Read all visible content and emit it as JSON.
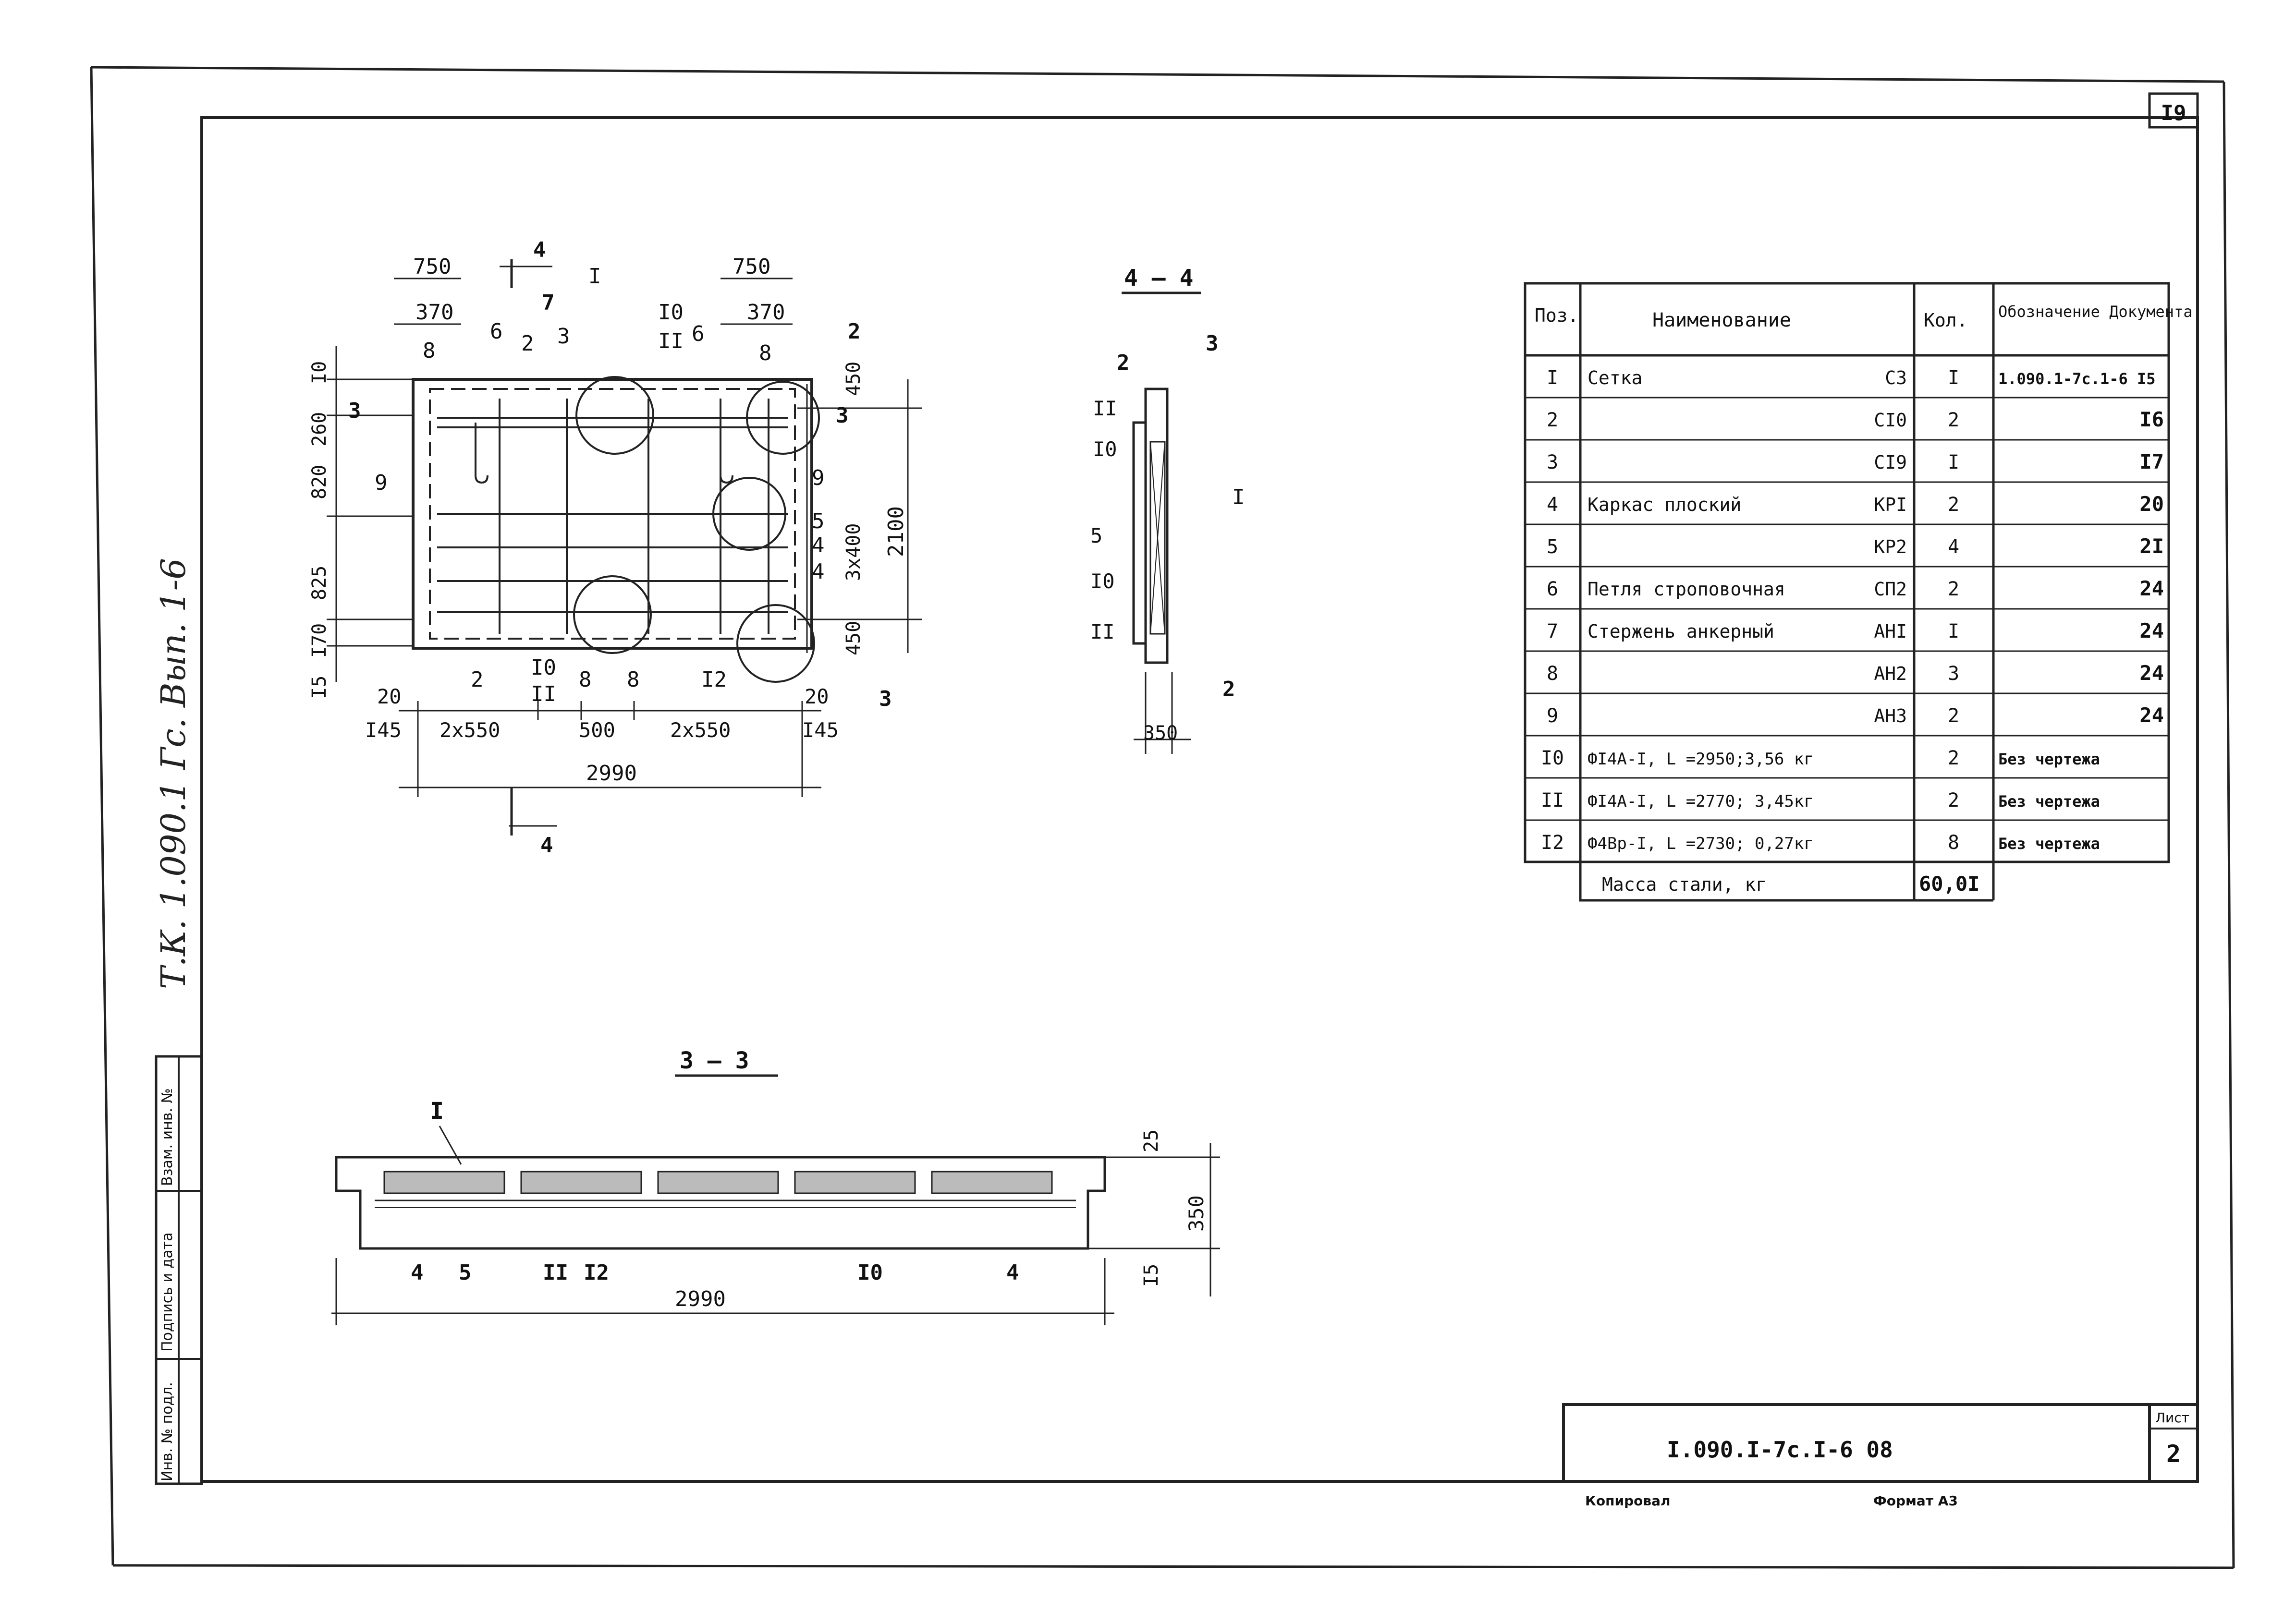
{
  "sheet_number_top": "I9",
  "side_handwritten": "Т.К. 1.090.1 Гс. Вып. 1-6",
  "side_stamp": [
    "Инв. № подл.",
    "Подпись и дата",
    "Взам. инв. №"
  ],
  "plan": {
    "section_mark": "4",
    "dims": {
      "top_left_750": "750",
      "top_right_750": "750",
      "top_left_370": "370",
      "top_right_370": "370",
      "left_10": "I0",
      "left_260": "260",
      "left_820": "820",
      "left_825": "825",
      "left_170": "I70",
      "left_15": "I5",
      "right_450_top": "450",
      "right_3x400": "3х400",
      "right_450_bot": "450",
      "right_2100": "2100",
      "bottom_20_left": "20",
      "bottom_20_right": "20",
      "bottom_145_left": "I45",
      "bottom_2x550_left": "2х550",
      "bottom_500": "500",
      "bottom_2x550_right": "2х550",
      "bottom_145_right": "I45",
      "bottom_total": "2990"
    },
    "marks": {
      "m1": "I",
      "m2a": "2",
      "m3a": "3",
      "m6a": "6",
      "m7": "7",
      "m8a": "8",
      "m10": "I0",
      "m11": "II",
      "m6b": "6",
      "m8b": "8",
      "m2b": "2",
      "m3_left": "3",
      "m3_right": "3",
      "m9_left": "9",
      "m9_right": "9",
      "m5": "5",
      "m4a": "4",
      "m4b": "4",
      "b2": "2",
      "b10": "I0",
      "b11": "II",
      "b8a": "8",
      "b8b": "8",
      "b12": "I2",
      "b3": "3"
    }
  },
  "section44": {
    "title": "4 – 4",
    "marks": {
      "m2": "2",
      "m3": "3",
      "m11a": "II",
      "m10a": "I0",
      "m1": "I",
      "m5": "5",
      "m10b": "I0",
      "m11b": "II",
      "m2b": "2"
    },
    "dim_350": "350"
  },
  "section33": {
    "title": "3 – 3",
    "mark_1": "I",
    "dims": {
      "d25": "25",
      "d350": "350",
      "d15": "I5",
      "total": "2990"
    },
    "bottom_marks": [
      "4",
      "5",
      "II",
      "I2",
      "I0",
      "4"
    ]
  },
  "spec_table": {
    "headers": [
      "Поз.",
      "Наименование",
      "Кол.",
      "Обозначение Документа"
    ],
    "rows": [
      {
        "pos": "I",
        "name": "Сетка",
        "code": "С3",
        "qty": "I",
        "doc": "1.090.1-7с.1-6 I5"
      },
      {
        "pos": "2",
        "name": "",
        "code": "СI0",
        "qty": "2",
        "doc": "I6"
      },
      {
        "pos": "3",
        "name": "",
        "code": "СI9",
        "qty": "I",
        "doc": "I7"
      },
      {
        "pos": "4",
        "name": "Каркас плоский",
        "code": "КРI",
        "qty": "2",
        "doc": "20"
      },
      {
        "pos": "5",
        "name": "",
        "code": "КР2",
        "qty": "4",
        "doc": "2I"
      },
      {
        "pos": "6",
        "name": "Петля строповочная",
        "code": "СП2",
        "qty": "2",
        "doc": "24"
      },
      {
        "pos": "7",
        "name": "Стержень анкерный",
        "code": "АНI",
        "qty": "I",
        "doc": "24"
      },
      {
        "pos": "8",
        "name": "",
        "code": "АН2",
        "qty": "3",
        "doc": "24"
      },
      {
        "pos": "9",
        "name": "",
        "code": "АН3",
        "qty": "2",
        "doc": "24"
      },
      {
        "pos": "I0",
        "name": "ФI4А-I, L =2950;3,56 кг",
        "code": "",
        "qty": "2",
        "doc": "Без чертежа"
      },
      {
        "pos": "II",
        "name": "ФI4А-I, L =2770; 3,45кг",
        "code": "",
        "qty": "2",
        "doc": "Без чертежа"
      },
      {
        "pos": "I2",
        "name": "Ф4Вр-I, L =2730; 0,27кг",
        "code": "",
        "qty": "8",
        "doc": "Без чертежа"
      }
    ],
    "mass_label": "Масса стали, кг",
    "mass_value": "60,0I"
  },
  "title_block": {
    "code": "I.090.I-7с.I-6 08",
    "sheet_label": "Лист",
    "sheet_number": "2"
  },
  "footer": {
    "copied": "Копировал",
    "format": "Формат А3"
  }
}
